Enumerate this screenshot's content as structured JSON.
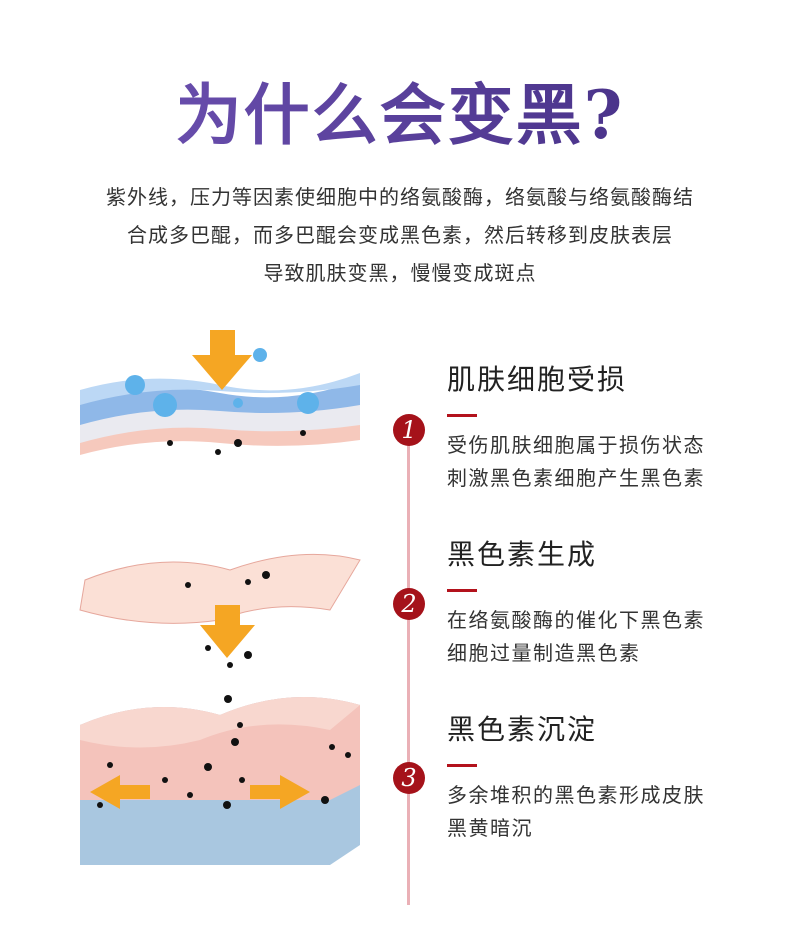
{
  "title": "为什么会变黑?",
  "intro": [
    "紫外线，压力等因素使细胞中的络氨酸酶，络氨酸与络氨酸酶结",
    "合成多巴醌，而多巴醌会变成黑色素，然后转移到皮肤表层",
    "导致肌肤变黑，慢慢变成斑点"
  ],
  "steps": [
    {
      "num": "1",
      "heading": "肌肤细胞受损",
      "lines": [
        "受伤肌肤细胞属于损伤状态",
        "刺激黑色素细胞产生黑色素"
      ]
    },
    {
      "num": "2",
      "heading": "黑色素生成",
      "lines": [
        "在络氨酸酶的催化下黑色素",
        "细胞过量制造黑色素"
      ]
    },
    {
      "num": "3",
      "heading": "黑色素沉淀",
      "lines": [
        "多余堆积的黑色素形成皮肤",
        "黑黄暗沉"
      ]
    }
  ],
  "colors": {
    "title": "#5a3d9e",
    "accent": "#a5121a",
    "timeline": "#eab0b6",
    "arrow": "#f5a623"
  }
}
